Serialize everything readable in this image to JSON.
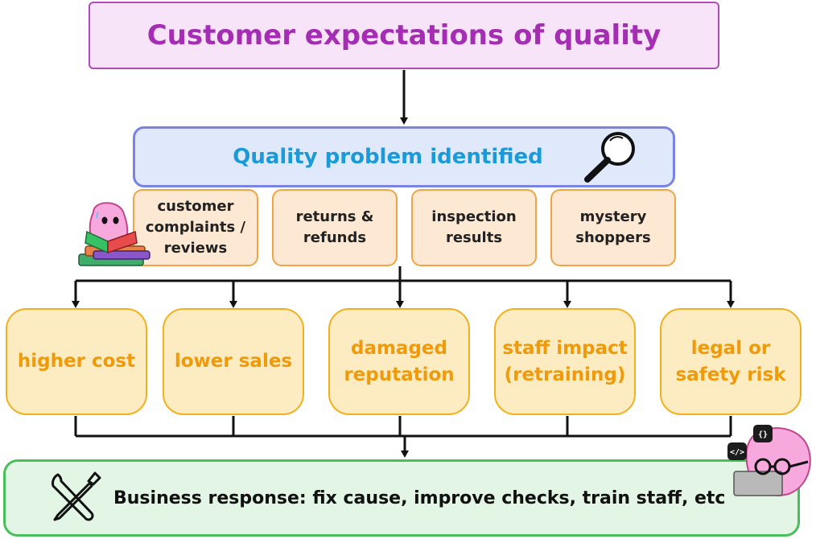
{
  "title": "Customer expectations of quality",
  "problem": {
    "label": "Quality problem identified",
    "icon": "magnifying-glass-icon"
  },
  "sources": [
    {
      "label": "customer\ncomplaints /\nreviews"
    },
    {
      "label": "returns &\nrefunds"
    },
    {
      "label": "inspection\nresults"
    },
    {
      "label": "mystery\nshoppers"
    }
  ],
  "impacts": [
    {
      "label": "higher cost"
    },
    {
      "label": "lower sales"
    },
    {
      "label": "damaged\nreputation"
    },
    {
      "label": "staff impact\n(retraining)"
    },
    {
      "label": "legal or\nsafety risk"
    }
  ],
  "response": {
    "label": "Business response: fix cause, improve checks, train staff, etc",
    "icon": "tools-icon"
  },
  "mascots": [
    {
      "icon": "reading-blob-mascot-icon"
    },
    {
      "icon": "coder-blob-mascot-icon",
      "badges": [
        "</>",
        "{}"
      ]
    }
  ],
  "colors": {
    "title_border": "#b34ab9",
    "title_text": "#a52db3",
    "problem_border": "#7b82e6",
    "problem_text": "#1a9ad9",
    "source_border": "#f0a445",
    "impact_border": "#f2b01e",
    "impact_text": "#f09a0a",
    "response_border": "#48bf5a"
  }
}
